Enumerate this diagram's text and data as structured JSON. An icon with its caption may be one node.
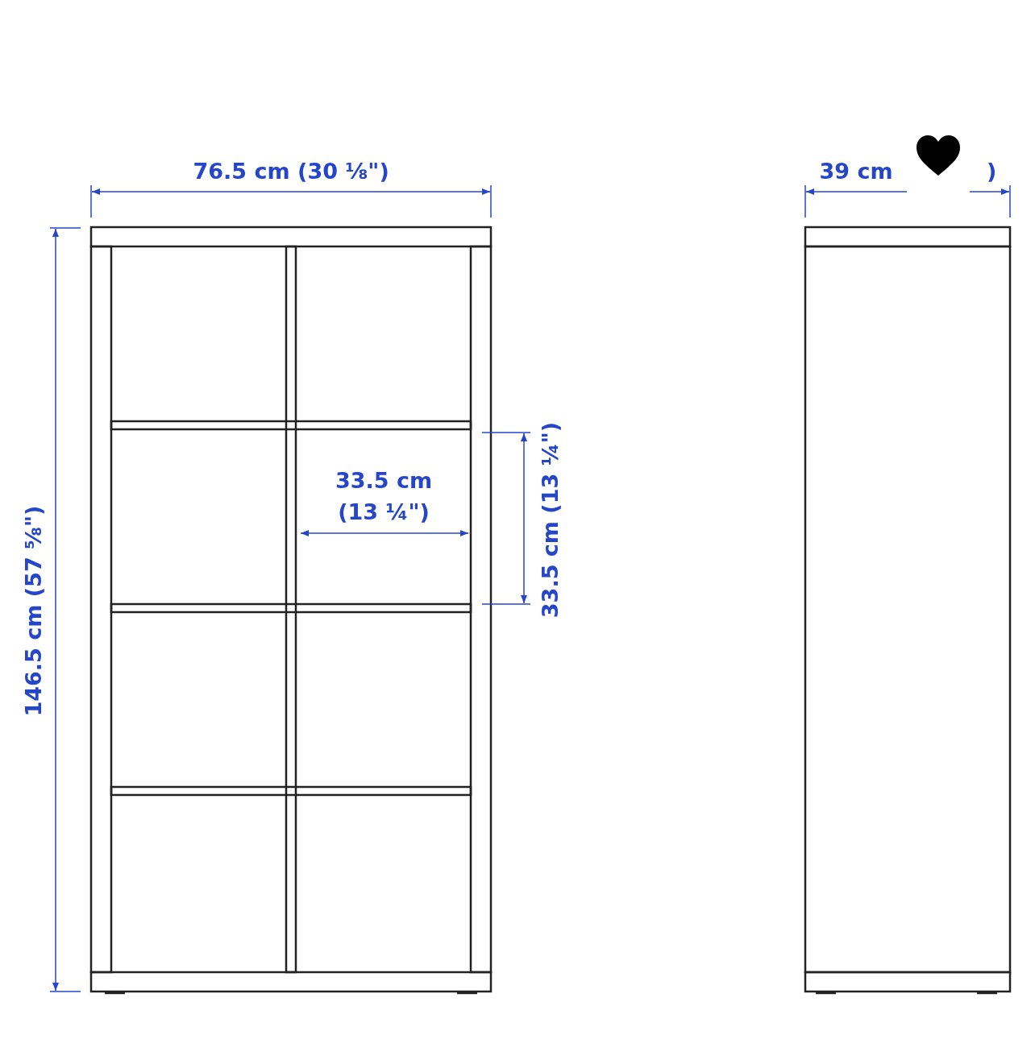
{
  "diagram": {
    "labels": [
      "76.5 cm (30 ⅛\")",
      "39 cm",
      ")",
      "146.5 cm (57 ⅝\")",
      "33.5 cm (13 ¼\")",
      "33.5 cm (13 ¼\")"
    ]
  }
}
